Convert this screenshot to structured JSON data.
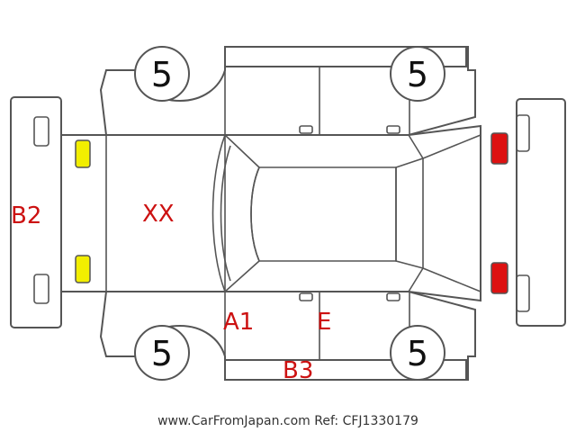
{
  "diagram": {
    "tire_labels": {
      "front_left": "5",
      "rear_left": "5",
      "front_right": "5",
      "rear_right": "5"
    },
    "damage_codes": {
      "rear_bumper": "B2",
      "trunk": "XX",
      "left_a_pillar": "A1",
      "left_rear_door": "E",
      "left_rocker": "B3"
    },
    "code_color": "#cc1111",
    "rear_lamp_color": "#f2ee00",
    "front_lamp_color": "#dd1111"
  },
  "footer": {
    "text": "www.CarFromJapan.com Ref: CFJ1330179"
  }
}
